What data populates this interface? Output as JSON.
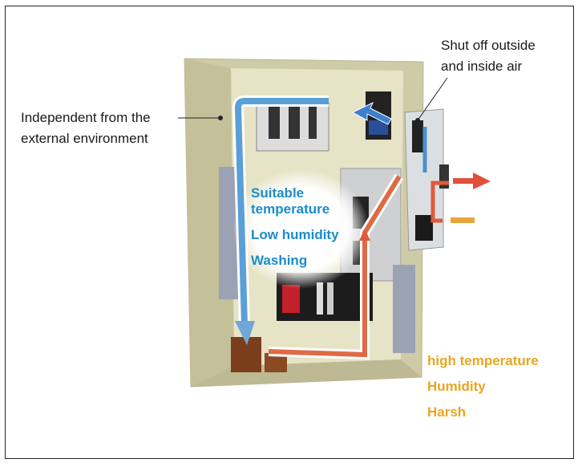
{
  "labels": {
    "independent_line1": "Independent from the",
    "independent_line2": "external environment",
    "shutoff_line1": "Shut off outside",
    "shutoff_line2": "and inside air"
  },
  "inside_conditions": [
    "Suitable",
    "temperature",
    "Low humidity",
    "Washing"
  ],
  "outside_conditions": [
    "high temperature",
    "Humidity",
    "Harsh"
  ],
  "colors": {
    "inside": "#1b8ccc",
    "outside": "#eba51f",
    "cool_air": "#4a90d0",
    "hot_air": "#e0563a",
    "cabinet": "#d9d6b4"
  }
}
